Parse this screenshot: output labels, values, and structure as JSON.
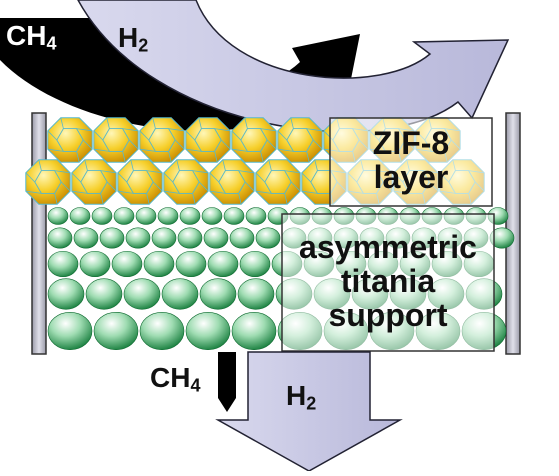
{
  "gases": {
    "ch4_top": {
      "base": "CH",
      "sub": "4"
    },
    "h2_top": {
      "base": "H",
      "sub": "2"
    },
    "ch4_bottom": {
      "base": "CH",
      "sub": "4"
    },
    "h2_bottom": {
      "base": "H",
      "sub": "2"
    }
  },
  "layers": {
    "zif8": {
      "line1": "ZIF-8",
      "line2": "layer"
    },
    "support": {
      "line1": "asymmetric",
      "line2": "titania",
      "line3": "support"
    }
  },
  "colors": {
    "ch4_arrow": "#000000",
    "h2_arrow": "#c8c8e4",
    "zif_crystal": "#f2c21a",
    "zif_cage_lines": "#59b8c8",
    "support_sphere": "#1c9a4a",
    "frame": "#b8b8c4"
  }
}
